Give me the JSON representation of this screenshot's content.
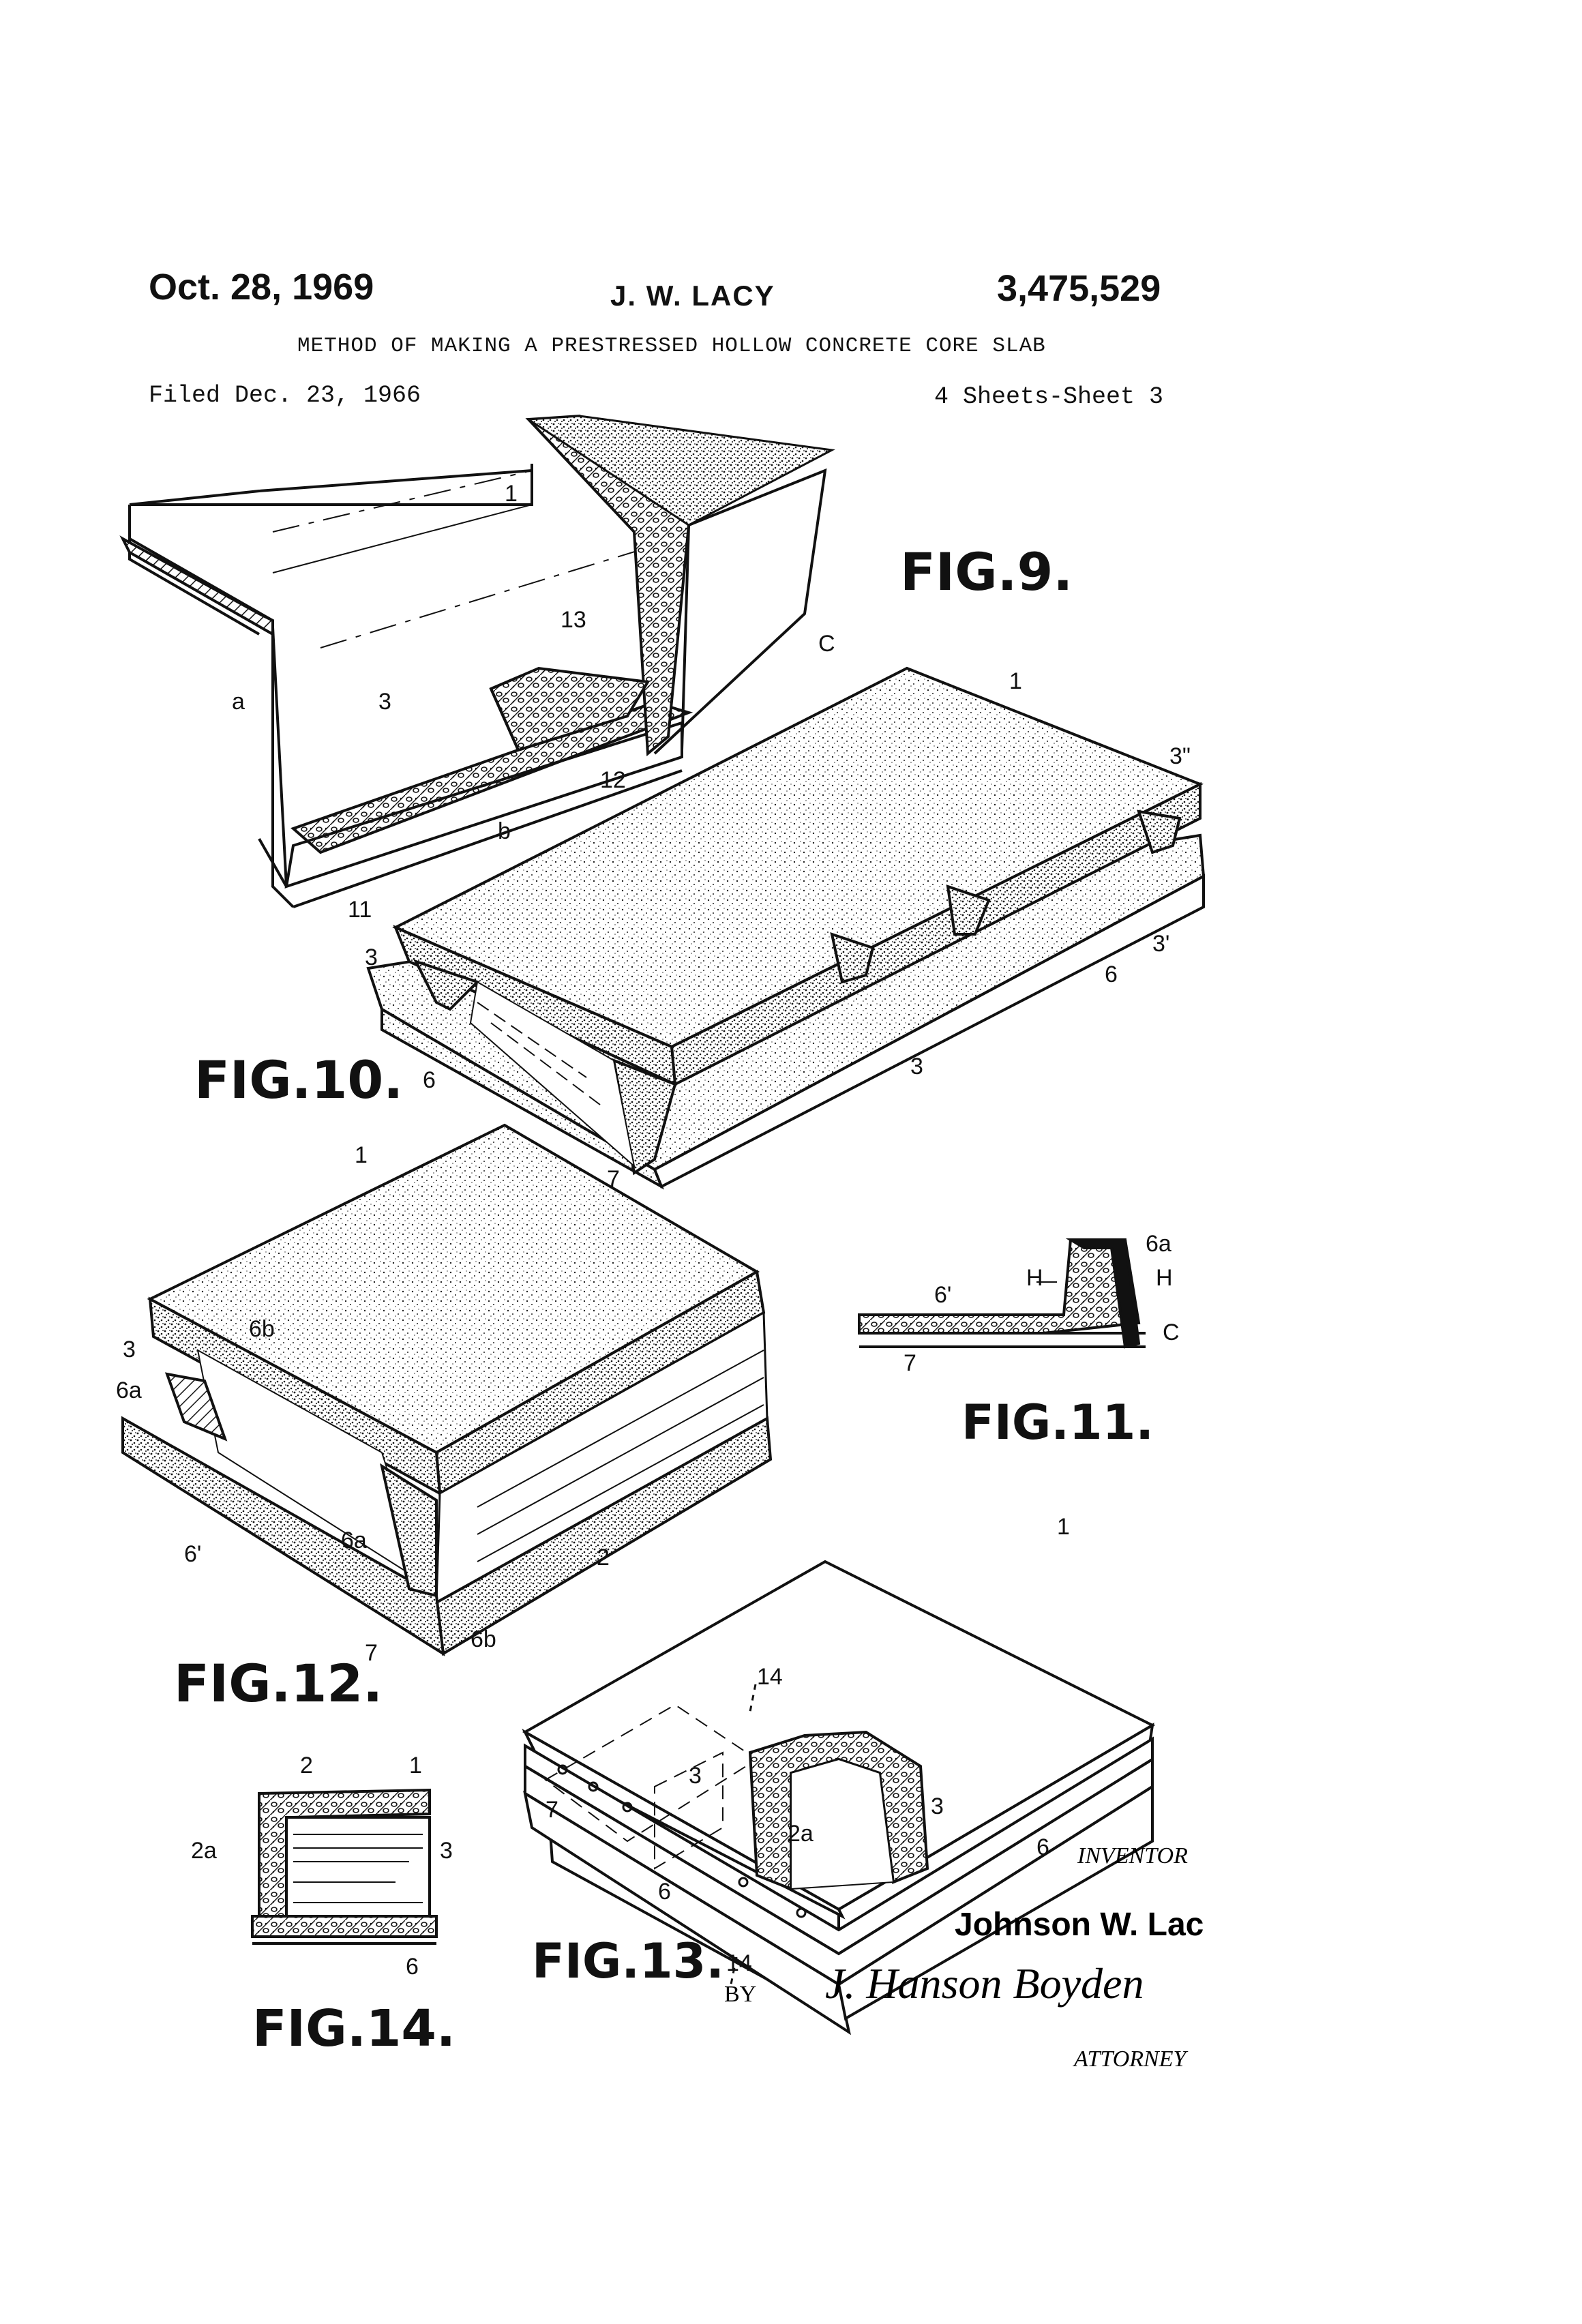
{
  "header": {
    "date": "Oct. 28, 1969",
    "inventor_header": "J. W. LACY",
    "patent_number": "3,475,529",
    "title": "METHOD OF MAKING A PRESTRESSED HOLLOW CONCRETE CORE SLAB",
    "filed": "Filed Dec. 23, 1966",
    "sheets": "4 Sheets-Sheet 3"
  },
  "figures": {
    "fig9": "FIG.9.",
    "fig10": "FIG.10.",
    "fig11": "FIG.11.",
    "fig12": "FIG.12.",
    "fig13": "FIG.13.",
    "fig14": "FIG.14."
  },
  "labels": {
    "fig9": [
      "1",
      "13",
      "C",
      "a",
      "3",
      "12",
      "b",
      "11"
    ],
    "fig10": [
      "1",
      "3\"",
      "3",
      "3'",
      "6",
      "6",
      "3",
      "7"
    ],
    "fig11": [
      "6a",
      "H",
      "H",
      "6'",
      "C",
      "7"
    ],
    "fig12": [
      "1",
      "3",
      "6b",
      "6a",
      "6'",
      "6a",
      "7",
      "6b"
    ],
    "fig13": [
      "1",
      "2",
      "14",
      "3",
      "3",
      "7",
      "2a",
      "6",
      "6",
      "14"
    ],
    "fig14": [
      "2",
      "1",
      "2a",
      "3",
      "6"
    ]
  },
  "footer": {
    "inventor_caption": "INVENTOR",
    "inventor_name": "Johnson W. Lac",
    "by": "BY",
    "signature": "J. Hanson Boyden",
    "attorney_caption": "ATTORNEY"
  }
}
